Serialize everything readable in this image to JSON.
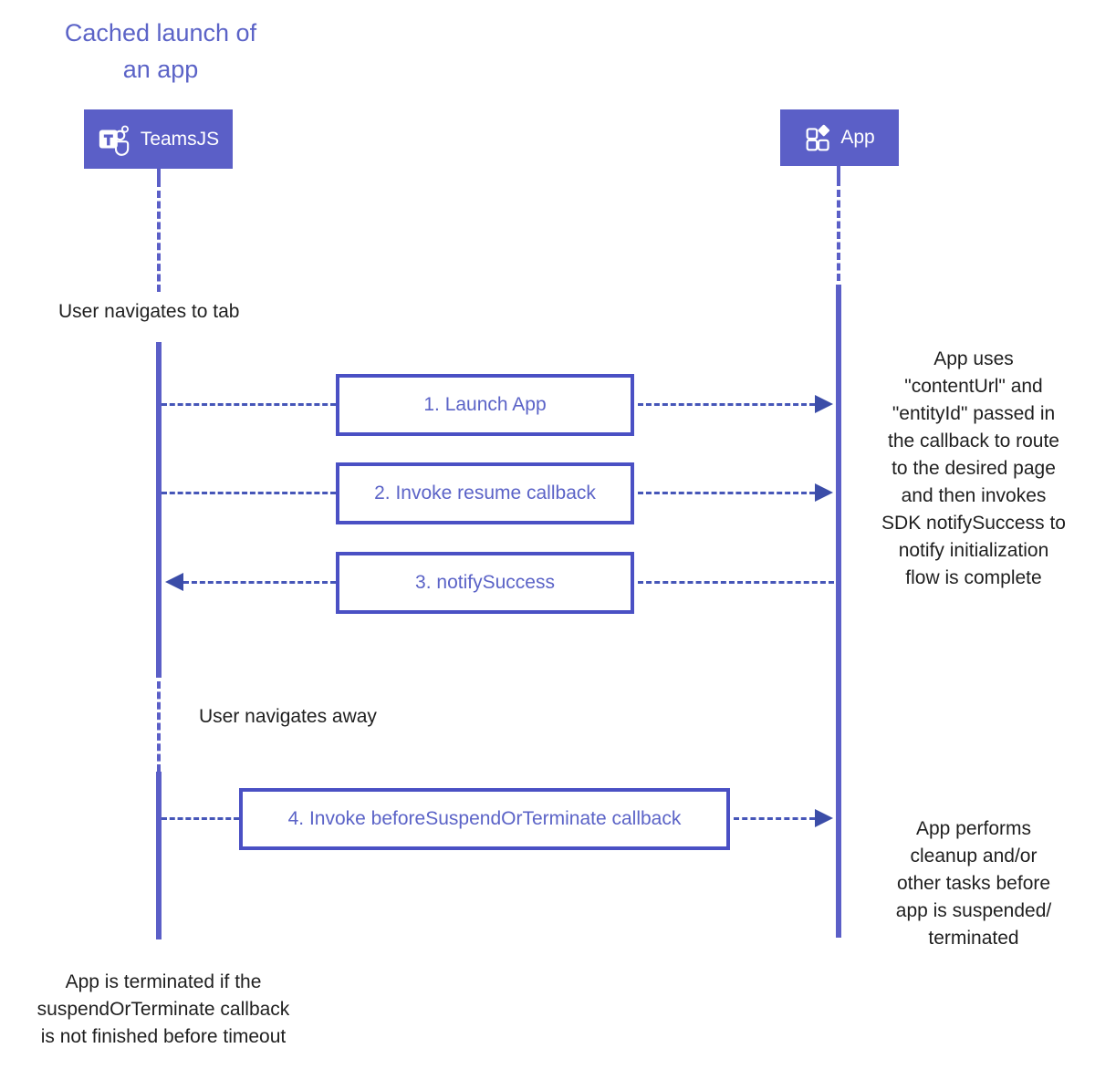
{
  "title": {
    "lines": [
      "Cached launch of",
      "an app"
    ]
  },
  "actors": {
    "teamsjs": {
      "label": "TeamsJS",
      "icon": "teams-icon"
    },
    "app": {
      "label": "App",
      "icon": "apps-icon"
    }
  },
  "messages": [
    {
      "label": "1. Launch App",
      "from": "TeamsJS",
      "to": "App",
      "direction": "right"
    },
    {
      "label": "2. Invoke resume callback",
      "from": "TeamsJS",
      "to": "App",
      "direction": "right"
    },
    {
      "label": "3. notifySuccess",
      "from": "App",
      "to": "TeamsJS",
      "direction": "left"
    },
    {
      "label": "4. Invoke beforeSuspendOrTerminate callback",
      "from": "TeamsJS",
      "to": "App",
      "direction": "right"
    }
  ],
  "annotations": {
    "user_navigates_to_tab": "User navigates to tab",
    "user_navigates_away": "User navigates away",
    "app_uses": {
      "lines": [
        "App uses",
        "\"contentUrl\" and",
        "\"entityId\" passed in",
        "the callback to route",
        "to the desired page",
        "and then invokes",
        "SDK notifySuccess to",
        "notify initialization",
        "flow is complete"
      ]
    },
    "app_performs": {
      "lines": [
        "App performs",
        "cleanup and/or",
        "other tasks before",
        "app is suspended/",
        "terminated"
      ]
    },
    "app_terminated": {
      "lines": [
        "App is terminated if the",
        "suspendOrTerminate callback",
        "is not finished before timeout"
      ]
    }
  },
  "colors": {
    "actor_fill": "#5B5FC7",
    "lifeline": "#5B5FC7",
    "message_border": "#4A50C4",
    "message_text": "#5B63C7",
    "arrow_dash": "#4656B8",
    "arrowhead": "#3B4DA8",
    "title_text": "#5B63C7",
    "note_text": "#1F1F1F"
  }
}
